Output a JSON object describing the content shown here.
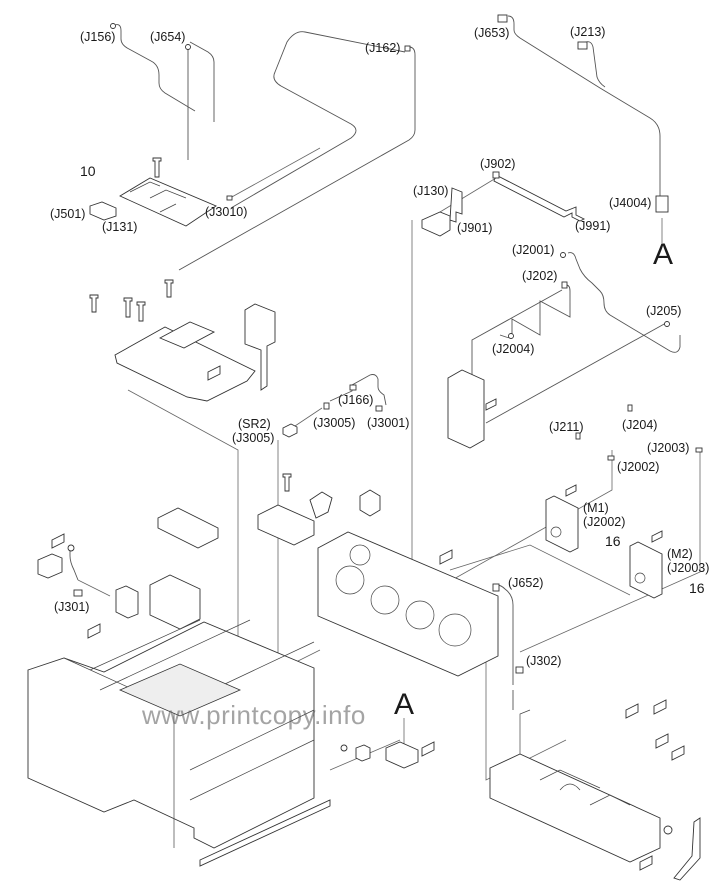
{
  "diagram": {
    "type": "exploded-parts-view",
    "watermark": "www.printcopy.info",
    "callout_letters": {
      "top_right": "A",
      "bottom_center": "A"
    },
    "item_numbers": {
      "interface_cover": "10",
      "motor_m1": "16",
      "motor_m2": "16"
    },
    "connectors": {
      "j156": "(J156)",
      "j654": "(J654)",
      "j162": "(J162)",
      "j653": "(J653)",
      "j213": "(J213)",
      "j501": "(J501)",
      "j131": "(J131)",
      "j3010": "(J3010)",
      "j130": "(J130)",
      "j902": "(J902)",
      "j901": "(J901)",
      "j991": "(J991)",
      "j4004": "(J4004)",
      "j2001": "(J2001)",
      "j202": "(J202)",
      "j205": "(J205)",
      "j2004": "(J2004)",
      "j166": "(J166)",
      "sr2": "(SR2)",
      "j3005_sensor": "(J3005)",
      "j3005_cable": "(J3005)",
      "j3001": "(J3001)",
      "j211": "(J211)",
      "j204": "(J204)",
      "j2003_cable": "(J2003)",
      "j2002_cable": "(J2002)",
      "m1": "(M1)",
      "j2002_motor": "(J2002)",
      "m2": "(M2)",
      "j2003_motor": "(J2003)",
      "j301": "(J301)",
      "j652": "(J652)",
      "j302": "(J302)"
    }
  }
}
